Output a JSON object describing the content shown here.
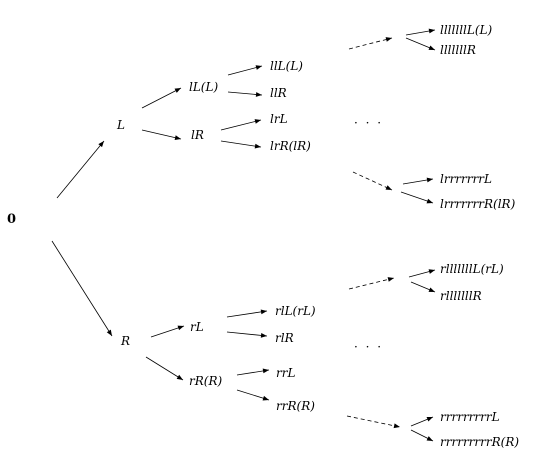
{
  "tree": {
    "root": "0",
    "level1": {
      "left": "L",
      "right": "R"
    },
    "level2": {
      "lL": "lL(L)",
      "lR": "lR",
      "rL": "rL",
      "rR": "rR(R)"
    },
    "level3": {
      "llL": "llL(L)",
      "llR": "llR",
      "lrL": "lrL",
      "lrR": "lrR(lR)",
      "rlL": "rlL(rL)",
      "rlR": "rlR",
      "rrL": "rrL",
      "rrR": "rrR(R)"
    },
    "ellipsis_upper": "· · ·",
    "ellipsis_lower": "· · ·",
    "deep": {
      "a1": "lllllllL(L)",
      "a2": "lllllllR",
      "b1": "lrrrrrrrL",
      "b2": "lrrrrrrrR(lR)",
      "c1": "rlllllllL(rL)",
      "c2": "rlllllllR",
      "d1": "rrrrrrrrrL",
      "d2": "rrrrrrrrrR(R)"
    }
  }
}
